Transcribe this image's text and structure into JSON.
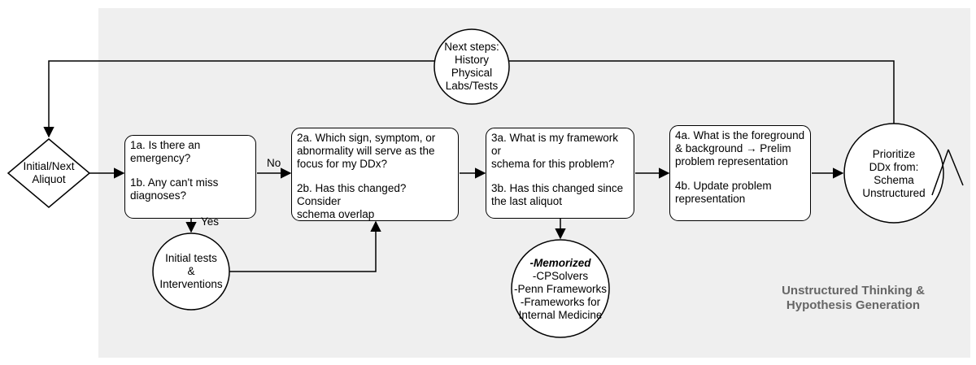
{
  "colors": {
    "background_panel": "#efefef",
    "stroke": "#000000",
    "corner_title": "#666666"
  },
  "nodes": {
    "initial_aliquot": "Initial/Next\nAliquot",
    "next_steps": "Next steps:\nHistory\nPhysical\nLabs/Tests",
    "box1": {
      "a": "1a. Is there an\nemergency?",
      "b": "1b. Any can't miss\ndiagnoses?"
    },
    "initial_tests": "Initial tests\n&\nInterventions",
    "box2": {
      "a": "2a. Which sign, symptom, or\nabnormality will serve as the\nfocus for my DDx?",
      "b": "2b. Has this changed? Consider\nschema overlap"
    },
    "box3": {
      "a": "3a. What is my framework or\nschema for this problem?",
      "b": "3b. Has this changed since\nthe last aliquot"
    },
    "memorized": {
      "title": "-Memorized",
      "lines": "-CPSolvers\n-Penn Frameworks\n-Frameworks for\nInternal Medicine"
    },
    "box4": {
      "a": "4a. What is the foreground\n& background → Prelim\nproblem representation",
      "b": "4b. Update problem\n representation"
    },
    "prioritize": "Prioritize\nDDx from:\nSchema\nUnstructured"
  },
  "edge_labels": {
    "no": "No",
    "yes": "Yes"
  },
  "corner_title": "Unstructured Thinking &\nHypothesis Generation"
}
